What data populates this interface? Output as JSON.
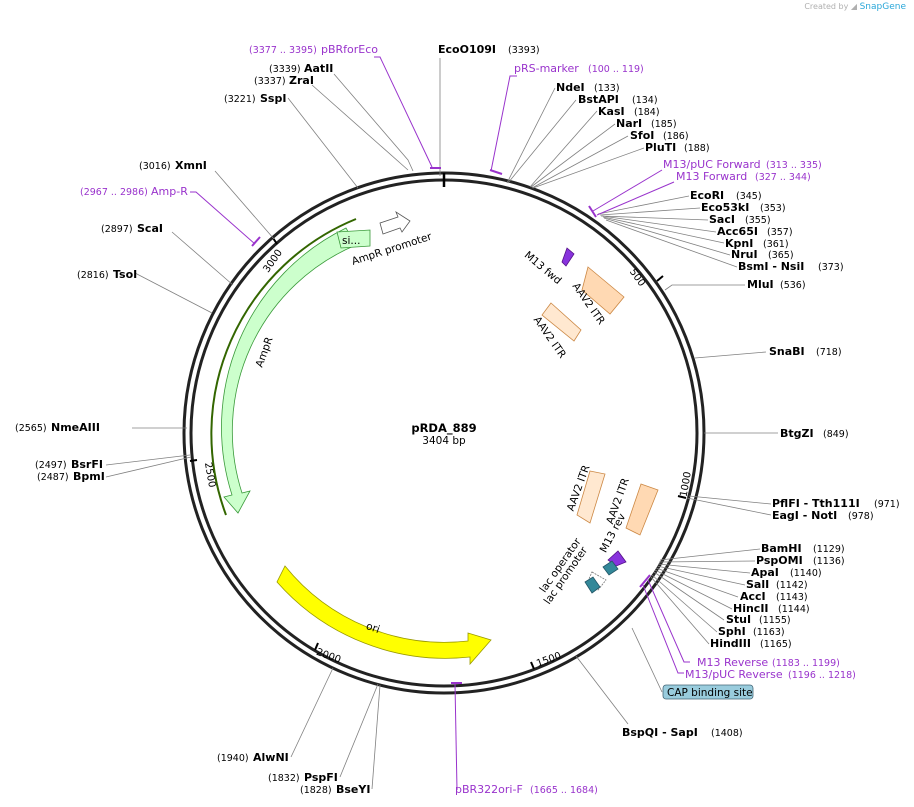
{
  "credit": {
    "prefix": "Created by",
    "brand": "SnapGene"
  },
  "plasmid": {
    "name": "pRDA_889",
    "length": "3404 bp"
  },
  "ticks": [
    "500",
    "1000",
    "1500",
    "2000",
    "2500",
    "3000"
  ],
  "features": {
    "ampr": "AmpR",
    "ampr_promoter": "AmpR promoter",
    "signal": "si...",
    "ori": "ori",
    "itr_top_a": "AAV2 ITR",
    "itr_top_b": "AAV2 ITR",
    "itr_bot_a": "AAV2 ITR",
    "itr_bot_b": "AAV2 ITR",
    "m13_fwd": "M13 fwd",
    "m13_rev": "M13 rev",
    "lac_operator": "lac operator",
    "lac_promoter": "lac promoter",
    "cap_site": "CAP binding site"
  },
  "enzymes": [
    {
      "name": "EcoO109I",
      "pos": "(3393)"
    },
    {
      "name": "NdeI",
      "pos": "(133)"
    },
    {
      "name": "BstAPI",
      "pos": "(134)"
    },
    {
      "name": "KasI",
      "pos": "(184)"
    },
    {
      "name": "NarI",
      "pos": "(185)"
    },
    {
      "name": "SfoI",
      "pos": "(186)"
    },
    {
      "name": "PluTI",
      "pos": "(188)"
    },
    {
      "name": "EcoRI",
      "pos": "(345)"
    },
    {
      "name": "Eco53kI",
      "pos": "(353)"
    },
    {
      "name": "SacI",
      "pos": "(355)"
    },
    {
      "name": "Acc65I",
      "pos": "(357)"
    },
    {
      "name": "KpnI",
      "pos": "(361)"
    },
    {
      "name": "NruI",
      "pos": "(365)"
    },
    {
      "name": "BsmI - NsiI",
      "pos": "(373)"
    },
    {
      "name": "MluI",
      "pos": "(536)"
    },
    {
      "name": "SnaBI",
      "pos": "(718)"
    },
    {
      "name": "BtgZI",
      "pos": "(849)"
    },
    {
      "name": "PflFI - Tth111I",
      "pos": "(971)"
    },
    {
      "name": "EagI - NotI",
      "pos": "(978)"
    },
    {
      "name": "BamHI",
      "pos": "(1129)"
    },
    {
      "name": "PspOMI",
      "pos": "(1136)"
    },
    {
      "name": "ApaI",
      "pos": "(1140)"
    },
    {
      "name": "SalI",
      "pos": "(1142)"
    },
    {
      "name": "AccI",
      "pos": "(1143)"
    },
    {
      "name": "HincII",
      "pos": "(1144)"
    },
    {
      "name": "StuI",
      "pos": "(1155)"
    },
    {
      "name": "SphI",
      "pos": "(1163)"
    },
    {
      "name": "HindIII",
      "pos": "(1165)"
    },
    {
      "name": "BspQI - SapI",
      "pos": "(1408)"
    },
    {
      "name": "AatII",
      "pos": "(3339)"
    },
    {
      "name": "ZraI",
      "pos": "(3337)"
    },
    {
      "name": "SspI",
      "pos": "(3221)"
    },
    {
      "name": "XmnI",
      "pos": "(3016)"
    },
    {
      "name": "ScaI",
      "pos": "(2897)"
    },
    {
      "name": "TsoI",
      "pos": "(2816)"
    },
    {
      "name": "NmeAIII",
      "pos": "(2565)"
    },
    {
      "name": "BsrFI",
      "pos": "(2497)"
    },
    {
      "name": "BpmI",
      "pos": "(2487)"
    },
    {
      "name": "AlwNI",
      "pos": "(1940)"
    },
    {
      "name": "PspFI",
      "pos": "(1832)"
    },
    {
      "name": "BseYI",
      "pos": "(1828)"
    }
  ],
  "primers": [
    {
      "name": "pBRforEco",
      "pos": "(3377 .. 3395)"
    },
    {
      "name": "pRS-marker",
      "pos": "(100 .. 119)"
    },
    {
      "name": "M13/pUC Forward",
      "pos": "(313 .. 335)"
    },
    {
      "name": "M13 Forward",
      "pos": "(327 .. 344)"
    },
    {
      "name": "Amp-R",
      "pos": "(2967 .. 2986)"
    },
    {
      "name": "M13 Reverse",
      "pos": "(1183 .. 1199)"
    },
    {
      "name": "M13/pUC Reverse",
      "pos": "(1196 .. 1218)"
    },
    {
      "name": "pBR322ori-F",
      "pos": "(1665 .. 1684)"
    }
  ],
  "colors": {
    "backbone": "#222222",
    "ampr_fill": "#ccffcc",
    "ampr_stroke": "#3a9a3a",
    "orf_line": "#336600",
    "ori_fill": "#ffff00",
    "itr_fill": "#ffd9b3",
    "itr_stroke": "#cc8844",
    "m13_fill": "#8833dd",
    "lac_fill": "#338899",
    "primer": "#9933cc",
    "cap_fill": "#99ccdd"
  }
}
